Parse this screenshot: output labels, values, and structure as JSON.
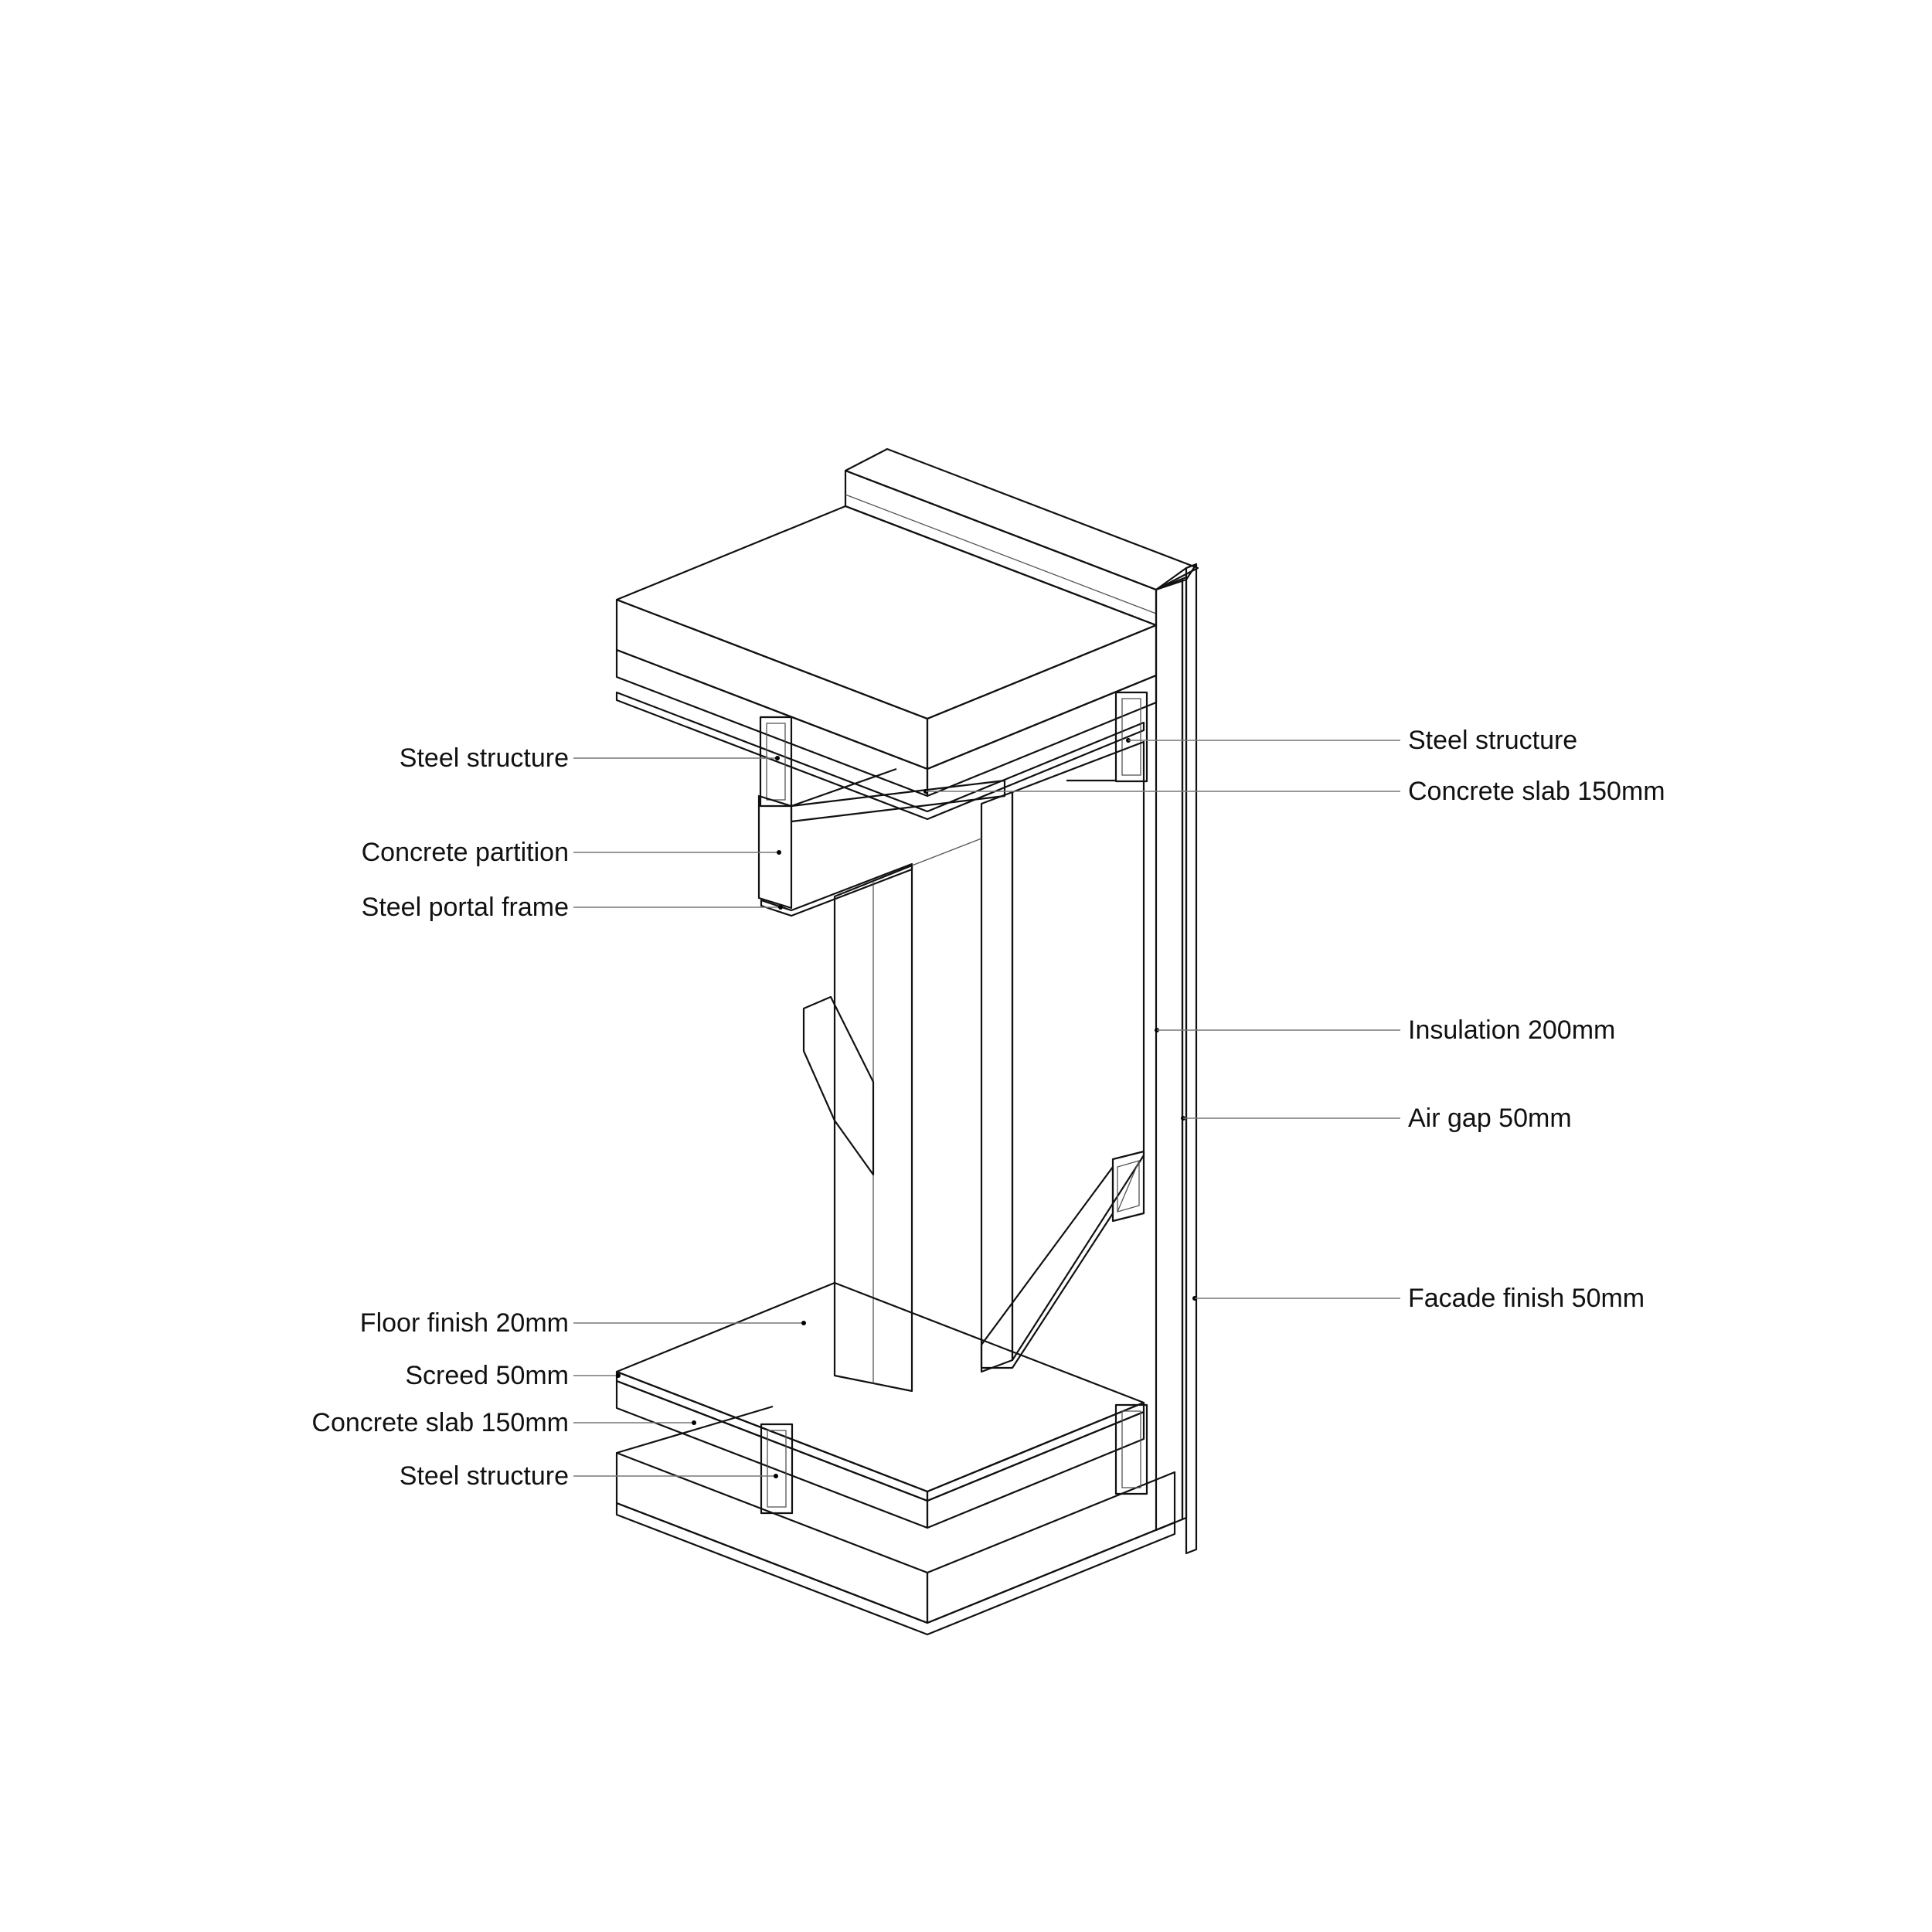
{
  "colors": {
    "line": "#111111",
    "leader": "#777777",
    "background": "#ffffff"
  },
  "labels": {
    "left": {
      "steel_structure_top": "Steel structure",
      "concrete_partition": "Concrete partition",
      "steel_portal_frame": "Steel portal frame",
      "floor_finish": "Floor finish 20mm",
      "screed": "Screed 50mm",
      "concrete_slab_bottom": "Concrete slab 150mm",
      "steel_structure_bottom": "Steel structure"
    },
    "right": {
      "steel_structure": "Steel structure",
      "concrete_slab": "Concrete slab 150mm",
      "insulation": "Insulation 200mm",
      "air_gap": "Air gap 50mm",
      "facade_finish": "Facade finish 50mm"
    }
  }
}
